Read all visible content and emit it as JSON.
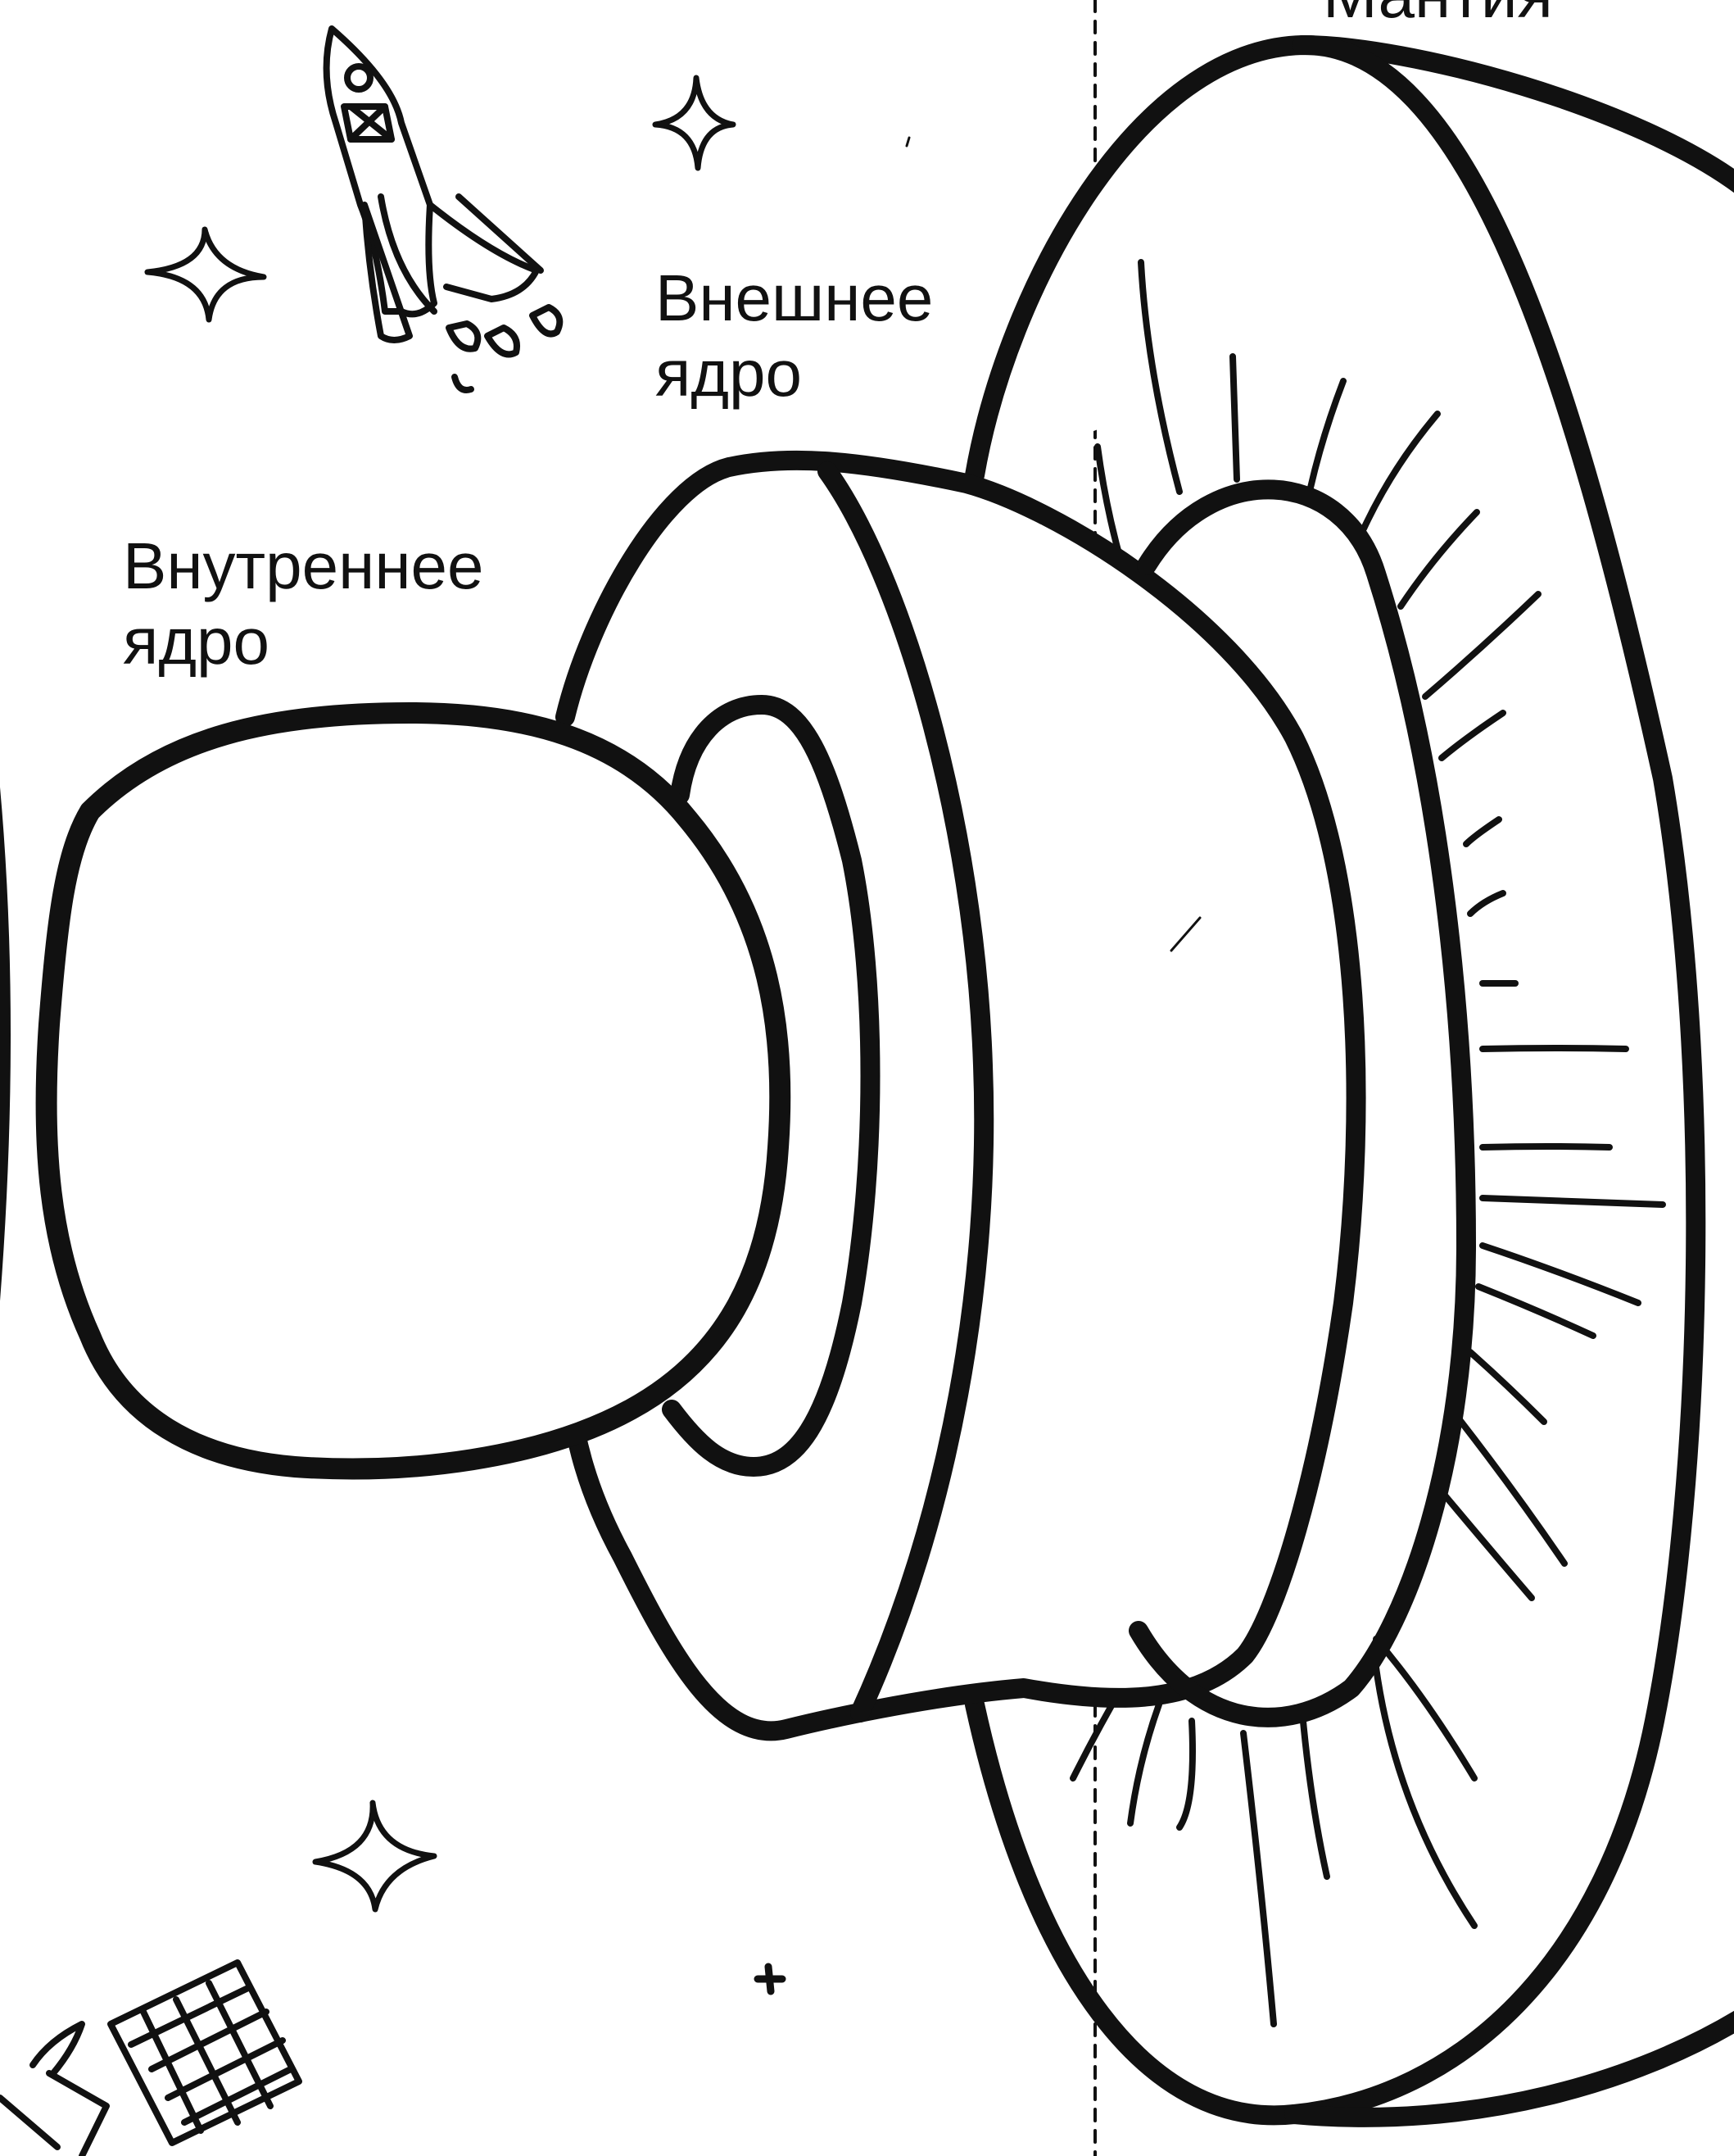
{
  "labels": {
    "mantle": "Мантия",
    "outer_core": [
      "Внешнее",
      "ядро"
    ],
    "inner_core": [
      "Внутреннее",
      "ядро"
    ]
  },
  "colors": {
    "ink": "#111111",
    "paper": "#ffffff"
  },
  "decorations": {
    "rocket": "rocket-icon",
    "satellite": "satellite-icon",
    "stars": "sparkle-star-icon"
  }
}
